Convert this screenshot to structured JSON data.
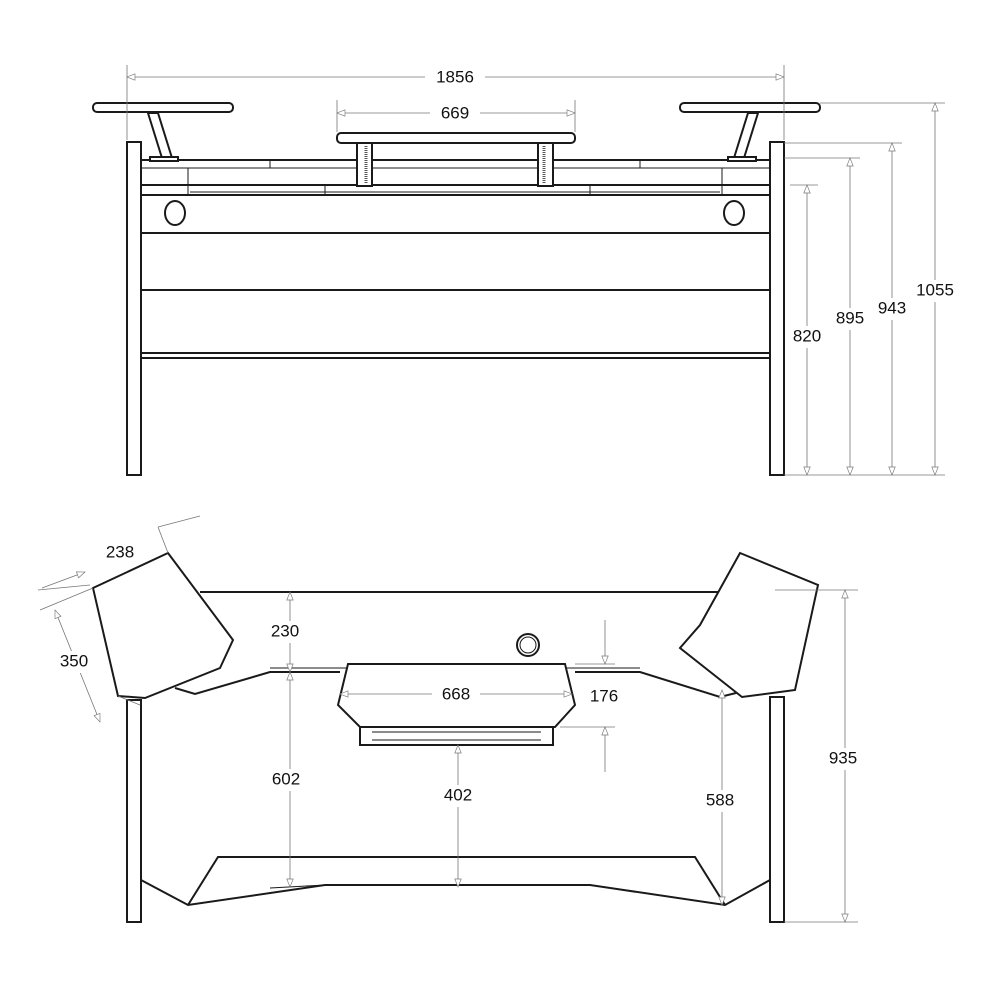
{
  "front_view": {
    "dimensions": {
      "overall_width": "1856",
      "center_shelf_width": "669",
      "desk_height": "820",
      "shelf_height": "895",
      "center_shelf_height": "943",
      "overall_height": "1055"
    }
  },
  "top_view": {
    "dimensions": {
      "speaker_shelf_width": "238",
      "speaker_shelf_depth": "350",
      "top_depth": "230",
      "keyboard_tray_width": "668",
      "tray_offset": "176",
      "desk_depth": "602",
      "tray_clearance": "402",
      "side_depth": "588",
      "overall_depth": "935"
    }
  }
}
